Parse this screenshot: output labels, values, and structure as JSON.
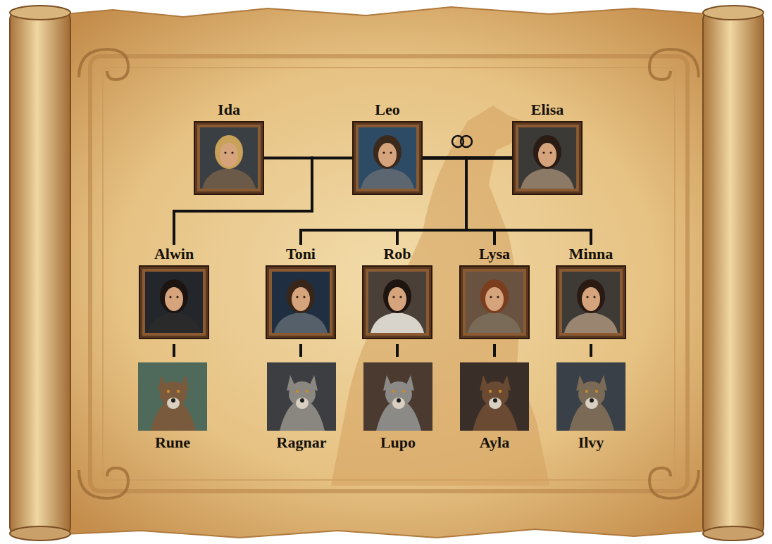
{
  "diagram": {
    "nodes": [
      {
        "text": [
          "Ida"
        ]
      },
      {
        "text": [
          "Leo"
        ]
      },
      {
        "text": [
          "Elisa"
        ]
      },
      {
        "text": [
          "Alwin"
        ]
      },
      {
        "text": [
          "Toni"
        ]
      },
      {
        "text": [
          "Rob"
        ]
      },
      {
        "text": [
          "Lysa"
        ]
      },
      {
        "text": [
          "Minna"
        ]
      },
      {
        "text": [
          "Rune"
        ]
      },
      {
        "text": [
          "Ragnar"
        ]
      },
      {
        "text": [
          "Lupo"
        ]
      },
      {
        "text": [
          "Ayla"
        ]
      },
      {
        "text": [
          "Ilvy"
        ]
      }
    ],
    "edges": [
      {
        "from": 0,
        "to": 3,
        "arrow": "none"
      },
      {
        "from": 1,
        "to": 3,
        "arrow": "none"
      },
      {
        "from": 1,
        "to": 4,
        "arrow": "none"
      },
      {
        "from": 2,
        "to": 4,
        "arrow": "none"
      },
      {
        "from": 1,
        "to": 5,
        "arrow": "none"
      },
      {
        "from": 2,
        "to": 5,
        "arrow": "none"
      },
      {
        "from": 1,
        "to": 6,
        "arrow": "none"
      },
      {
        "from": 2,
        "to": 6,
        "arrow": "none"
      },
      {
        "from": 1,
        "to": 7,
        "arrow": "none"
      },
      {
        "from": 2,
        "to": 7,
        "arrow": "none"
      },
      {
        "from": 3,
        "to": 8,
        "arrow": "none"
      },
      {
        "from": 4,
        "to": 9,
        "arrow": "none"
      },
      {
        "from": 5,
        "to": 10,
        "arrow": "none"
      },
      {
        "from": 6,
        "to": 11,
        "arrow": "none"
      },
      {
        "from": 7,
        "to": 12,
        "arrow": "none"
      }
    ]
  }
}
